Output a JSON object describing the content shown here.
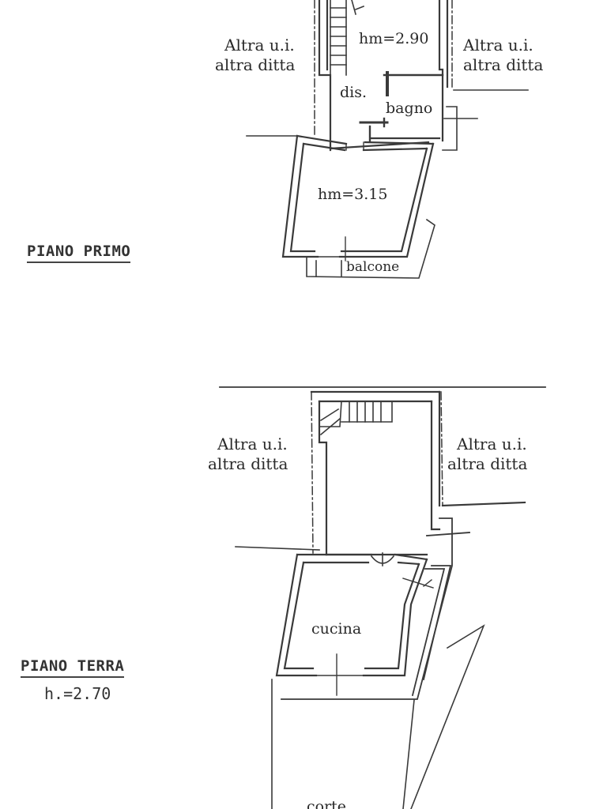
{
  "floors": {
    "primo": {
      "title": "PIANO PRIMO",
      "rooms": {
        "upper_height": "hm=2.90",
        "dis": "dis.",
        "bagno": "bagno",
        "main_height": "hm=3.15",
        "balcone": "balcone"
      },
      "neighbor_left": {
        "line1": "Altra u.i.",
        "line2": "altra ditta"
      },
      "neighbor_right": {
        "line1": "Altra u.i.",
        "line2": "altra ditta"
      }
    },
    "terra": {
      "title": "PIANO TERRA",
      "height": "h.=2.70",
      "rooms": {
        "cucina": "cucina",
        "corte": "corte"
      },
      "neighbor_left": {
        "line1": "Altra u.i.",
        "line2": "altra ditta"
      },
      "neighbor_right": {
        "line1": "Altra u.i.",
        "line2": "altra ditta"
      }
    }
  },
  "colors": {
    "ink": "#3a3a3a",
    "paper": "#ffffff"
  }
}
